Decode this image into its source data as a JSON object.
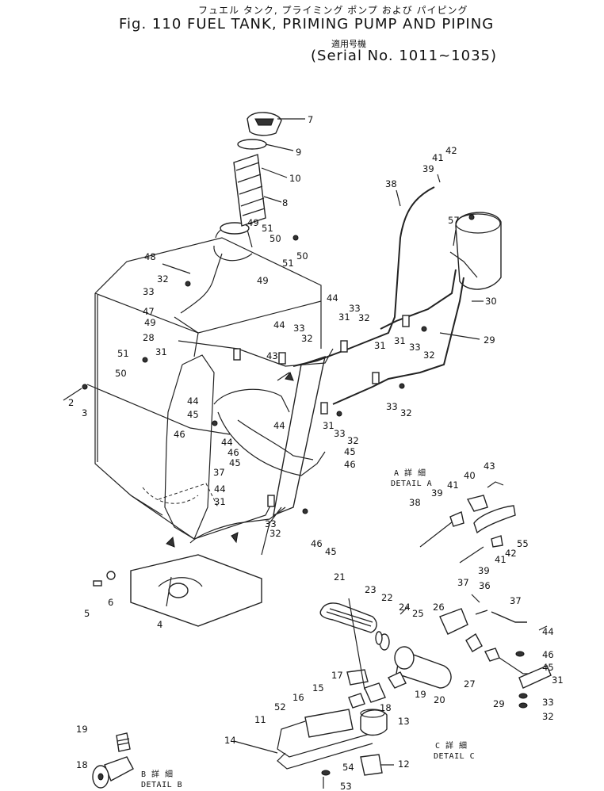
{
  "header": {
    "japanese_title": "フュエル タンク, プライミング ポンプ および パイピング",
    "title": "Fig. 110  FUEL TANK, PRIMING PUMP AND PIPING",
    "applicable_jp": "適用号機",
    "serial": "(Serial No. 1011~1035)"
  },
  "details": {
    "a_jp": "A 詳 細",
    "a": "DETAIL A",
    "b_jp": "B 詳 細",
    "b": "DETAIL B",
    "c_jp": "C 詳 細",
    "c": "DETAIL C"
  },
  "callouts": [
    "7",
    "9",
    "10",
    "8",
    "41",
    "42",
    "39",
    "38",
    "57",
    "49",
    "51",
    "50",
    "51",
    "50",
    "48",
    "32",
    "33",
    "49",
    "30",
    "47",
    "49",
    "28",
    "31",
    "44",
    "33",
    "32",
    "44",
    "33",
    "31",
    "32",
    "31",
    "33",
    "32",
    "29",
    "51",
    "50",
    "43",
    "2",
    "3",
    "44",
    "45",
    "31",
    "33",
    "32",
    "46",
    "44",
    "31",
    "33",
    "32",
    "46",
    "45",
    "44",
    "46",
    "45",
    "37",
    "44",
    "31",
    "33",
    "32",
    "46",
    "45",
    "43",
    "40",
    "41",
    "39",
    "38",
    "55",
    "42",
    "41",
    "39",
    "37",
    "5",
    "6",
    "4",
    "21",
    "23",
    "22",
    "24",
    "25",
    "26",
    "36",
    "37",
    "44",
    "46",
    "45",
    "17",
    "15",
    "16",
    "19",
    "20",
    "27",
    "29",
    "31",
    "33",
    "32",
    "52",
    "11",
    "18",
    "13",
    "14",
    "12",
    "54",
    "53",
    "19",
    "18"
  ]
}
